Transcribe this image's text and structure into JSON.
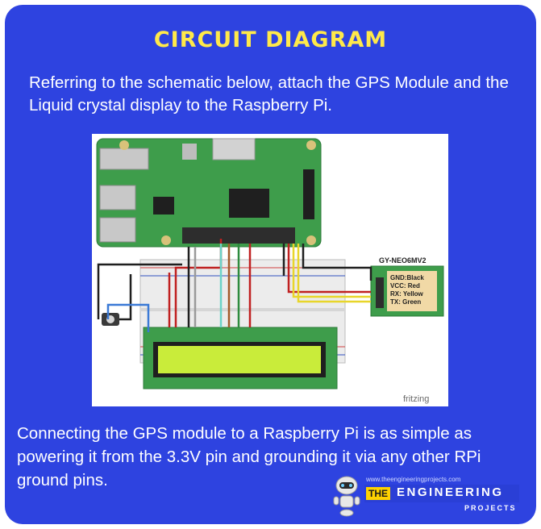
{
  "title": "CIRCUIT DIAGRAM",
  "intro_text": "Referring to the schematic below, attach the GPS Module and the Liquid crystal display to the Raspberry Pi.",
  "outro_text": "Connecting the GPS module to a Raspberry Pi is as simple as powering it from the 3.3V pin and grounding it via any other RPi ground pins.",
  "diagram": {
    "gps_module_label": "GY-NEO6MV2",
    "gps_pins": [
      "GND:Black",
      "VCC: Red",
      "RX: Yellow",
      "TX: Green"
    ],
    "watermark": "fritzing"
  },
  "brand": {
    "top_text": "www.theengineeringprojects.com",
    "the": "THE",
    "engineering": "ENGINEERING",
    "projects": "PROJECTS"
  },
  "colors": {
    "background": "#2e43e0",
    "title": "#ffe94a",
    "text": "#ffffff",
    "pcb": "#3e9d4b"
  },
  "icons": [
    "robot-mascot-icon"
  ]
}
